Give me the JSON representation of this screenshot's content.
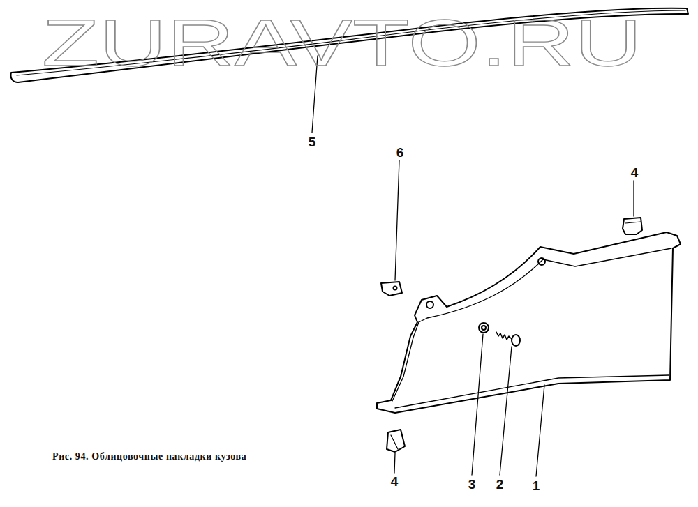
{
  "diagram": {
    "caption": "Рис. 94. Облицовочные накладки кузова",
    "labels": [
      "ZURAVTO.RU",
      "5",
      "6",
      "4",
      "4",
      "3",
      "2",
      "1"
    ]
  }
}
